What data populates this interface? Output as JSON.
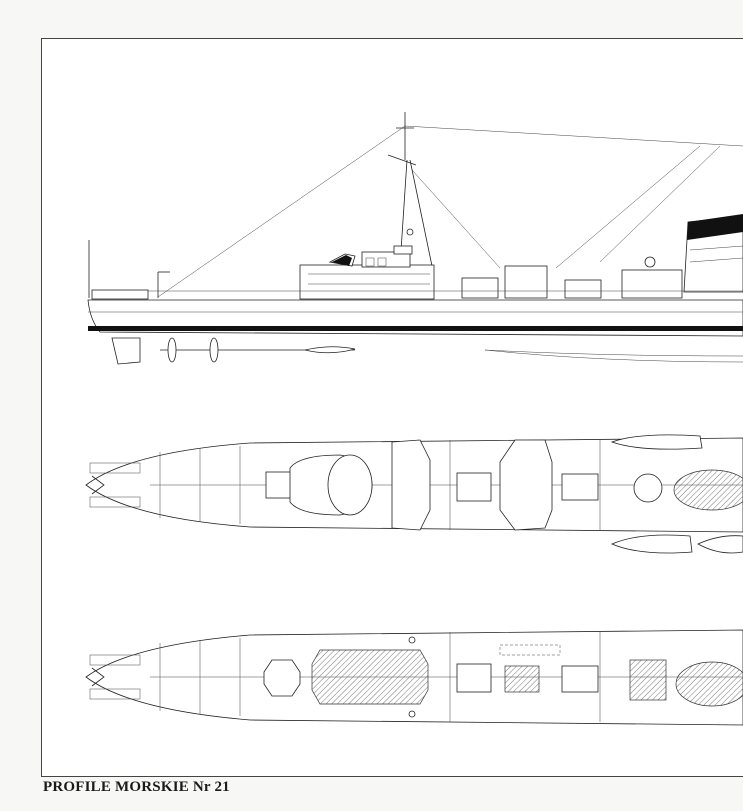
{
  "footer": {
    "caption": "PROFILE MORSKIE Nr 21"
  },
  "drawing": {
    "views": [
      "side-profile",
      "upper-deck-plan",
      "lower-deck-plan"
    ],
    "colors": {
      "ink": "#222222",
      "paper": "#ffffff",
      "hull_band": "#111111"
    }
  }
}
